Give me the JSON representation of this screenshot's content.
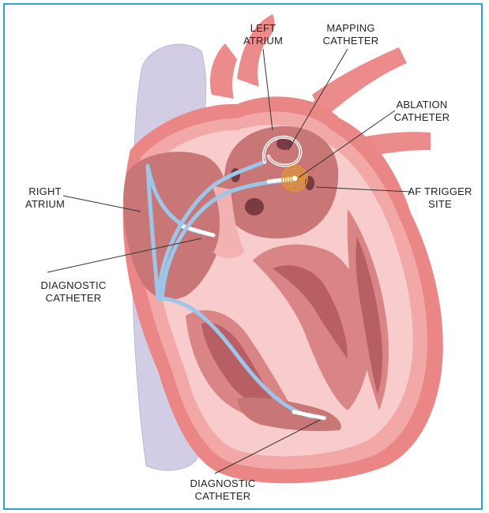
{
  "labels": {
    "left_atrium": [
      "LEFT",
      "ATRIUM"
    ],
    "mapping_catheter": [
      "MAPPING",
      "CATHETER"
    ],
    "ablation_catheter": [
      "ABLATION",
      "CATHETER"
    ],
    "right_atrium": [
      "RIGHT",
      "ATRIUM"
    ],
    "af_trigger_site": [
      "AF TRIGGER",
      "SITE"
    ],
    "diagnostic_catheter_upper": [
      "DIAGNOSTIC",
      "CATHETER"
    ],
    "diagnostic_catheter_lower": [
      "DIAGNOSTIC",
      "CATHETER"
    ]
  },
  "colors": {
    "frame": "#2aa3dd",
    "heart_outer": "#ea8686",
    "heart_wall": "#f3a8a8",
    "heart_inner": "#f8cccc",
    "chamber": "#c97676",
    "muscle": "#d98585",
    "muscle_dark": "#b85f64",
    "vessel_purple": "#d2cde4",
    "catheter": "#9cc6ea",
    "trigger": "#e8a020"
  }
}
